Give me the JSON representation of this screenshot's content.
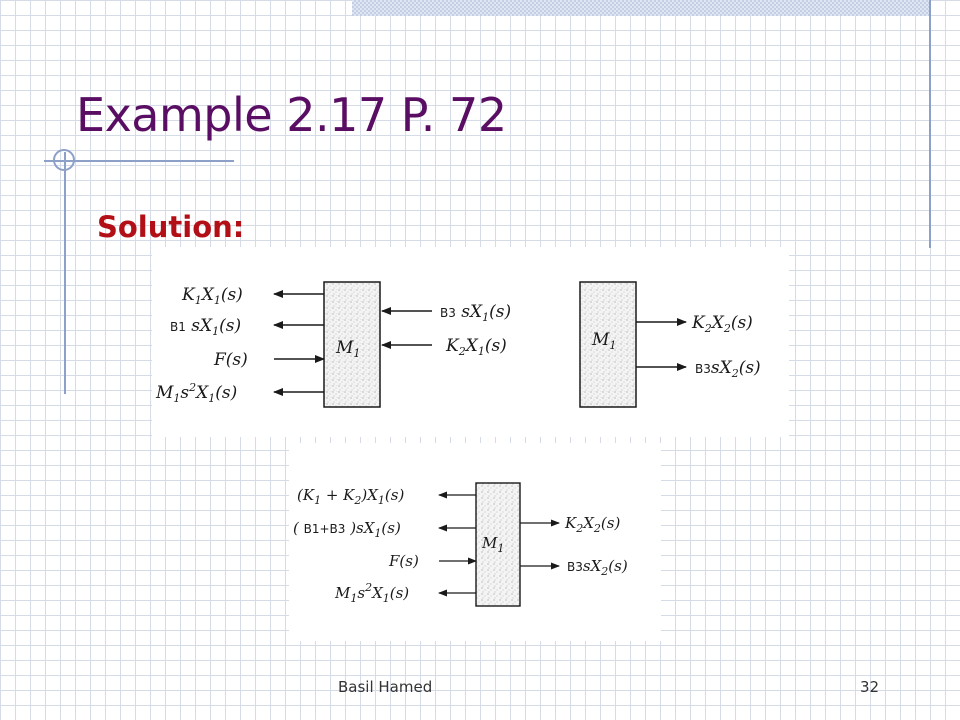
{
  "slide": {
    "title": "Example 2.17 P. 72",
    "subtitle": "Solution:",
    "footer_author": "Basil Hamed",
    "footer_page": "32"
  },
  "figure1": {
    "left_block": {
      "mass": "M1",
      "inputs_left": [
        "K1X1(s)",
        "B1 sX1(s)",
        "F(s)",
        "M1s2X1(s)"
      ],
      "inputs_right": [
        "B3 sX1(s)",
        "K2X1(s)"
      ]
    },
    "right_block": {
      "mass": "M1",
      "outputs_right": [
        "K2X2(s)",
        "B3sX2(s)"
      ]
    }
  },
  "figure2": {
    "mass": "M1",
    "inputs_left": [
      "(K1 + K2)X1(s)",
      "( B1+B3 )sX1(s)",
      "F(s)",
      "M1s2X1(s)"
    ],
    "outputs_right": [
      "K2X2(s)",
      "B3sX2(s)"
    ]
  }
}
